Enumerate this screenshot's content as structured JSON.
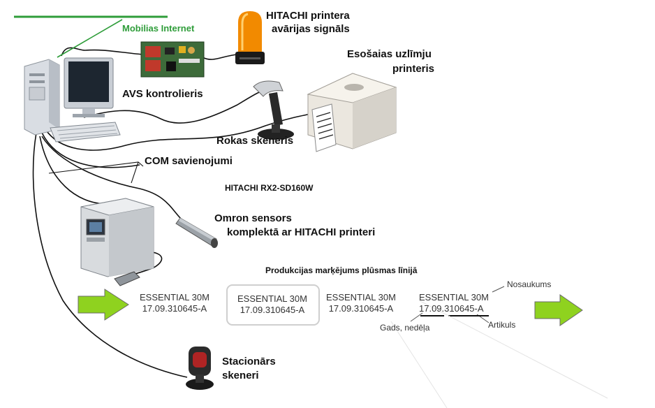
{
  "labels": {
    "mobile_internet": "Mobilias Internet",
    "alarm_line1": "HITACHI printera",
    "alarm_line2": "avārijas signāls",
    "label_printer_line1": "Esošaias uzlīmju",
    "label_printer_line2": "printeris",
    "avs_controller": "AVS kontrolieris",
    "hand_scanner": "Rokas skeneris",
    "com_connections": "COM savienojumi",
    "hitachi_model": "HITACHI RX2-SD160W",
    "omron_line1": "Omron sensors",
    "omron_line2": "komplektā ar HITACHI printeri",
    "line_marking": "Produkcijas marķējums plūsmas līnijā",
    "stationary_line1": "Stacionārs",
    "stationary_line2": "skeneri"
  },
  "markings": [
    {
      "name": "ESSENTIAL 30M",
      "code": "17.09.310645-A"
    },
    {
      "name": "ESSENTIAL 30M",
      "code": "17.09.310645-A"
    },
    {
      "name": "ESSENTIAL 30M",
      "code": "17.09.310645-A"
    },
    {
      "name": "ESSENTIAL 30M",
      "code_date": "17.09",
      "code_rest": ".310645-A"
    }
  ],
  "annotations": {
    "name": "Nosaukums",
    "year_week": "Gads, nedēļa",
    "article": "Artikuls"
  },
  "colors": {
    "arrow_green": "#8fd21f",
    "internet_green": "#2f9d3a",
    "beacon_orange": "#f28a00"
  },
  "icons": [
    "computer-icon",
    "controller-board-icon",
    "alarm-beacon-icon",
    "label-printer-icon",
    "hand-scanner-icon",
    "inkjet-printer-icon",
    "photo-sensor-icon",
    "stationary-scanner-icon",
    "flow-arrow-icon"
  ]
}
